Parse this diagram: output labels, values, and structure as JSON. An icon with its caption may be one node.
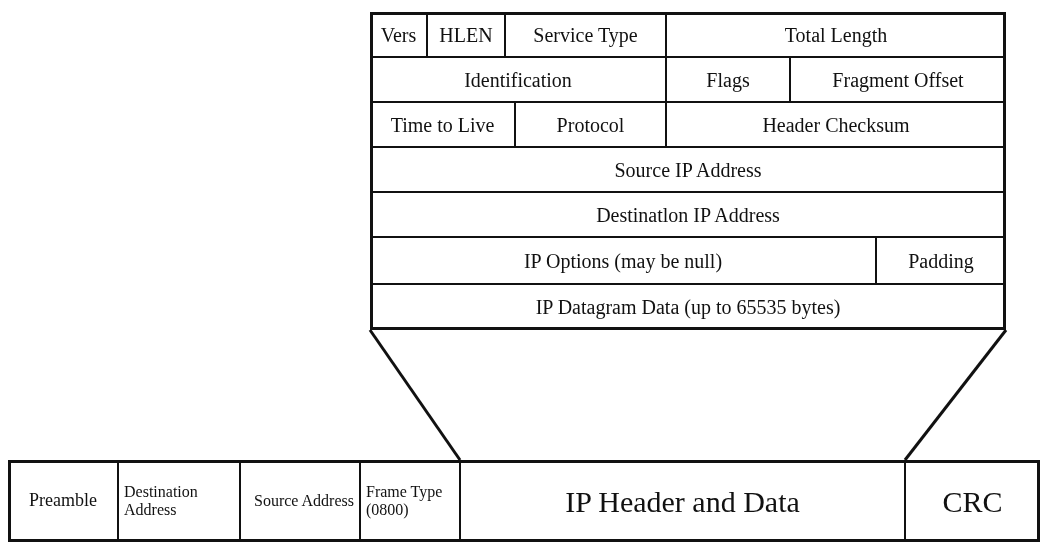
{
  "diagram": {
    "nodes": [
      {
        "text": [],
        "shape": "box"
      },
      {
        "text": [
          "Vers"
        ],
        "in": 0
      },
      {
        "text": [
          "HLEN"
        ],
        "in": 0
      },
      {
        "text": [
          "Service Type"
        ],
        "in": 0
      },
      {
        "text": [
          "Total Length"
        ],
        "in": 0
      },
      {
        "text": [
          "Identification"
        ],
        "in": 0
      },
      {
        "text": [
          "Flags"
        ],
        "in": 0
      },
      {
        "text": [
          "Fragment Offset"
        ],
        "in": 0
      },
      {
        "text": [
          "Time to Live"
        ],
        "in": 0
      },
      {
        "text": [
          "Protocol"
        ],
        "in": 0
      },
      {
        "text": [
          "Header Checksum"
        ],
        "in": 0
      },
      {
        "text": [
          "Source IP Address"
        ],
        "in": 0
      },
      {
        "text": [
          "Destinatlon IP Address"
        ],
        "in": 0
      },
      {
        "text": [
          "IP Options (may be null)"
        ],
        "in": 0
      },
      {
        "text": [
          "Padding"
        ],
        "in": 0
      },
      {
        "text": [
          "IP Datagram Data (up to 65535 bytes)"
        ],
        "in": 0
      },
      {
        "text": [],
        "shape": "box"
      },
      {
        "text": [
          "Preamble"
        ],
        "in": 16
      },
      {
        "text": [
          "Destination Address"
        ],
        "in": 16
      },
      {
        "text": [
          "Source Address"
        ],
        "in": 16
      },
      {
        "text": [
          "Frame Type (0800)"
        ],
        "in": 16
      },
      {
        "text": [
          "IP Header and Data"
        ],
        "in": 16
      },
      {
        "text": [
          "CRC"
        ],
        "in": 16
      }
    ],
    "edges": [
      {
        "from": 21,
        "to": 0,
        "arrow": "none"
      },
      {
        "from": 21,
        "to": 0,
        "arrow": "none"
      }
    ]
  }
}
